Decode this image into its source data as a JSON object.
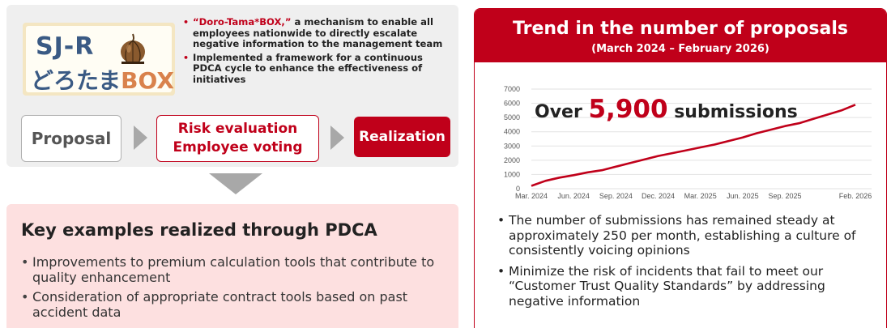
{
  "logo": {
    "line1": "SJ-R",
    "line2_main": "どろたま",
    "line2_box": "BOX"
  },
  "intro": {
    "bullet1_highlight": "“Doro-Tama*BOX,”",
    "bullet1_rest": " a mechanism to enable all employees nationwide to directly escalate negative information to the management team",
    "bullet2": "Implemented a framework for a continuous PDCA cycle to enhance the effectiveness of initiatives"
  },
  "flow": {
    "proposal": "Proposal",
    "risk_line1": "Risk evaluation",
    "risk_line2": "Employee voting",
    "realization": "Realization"
  },
  "examples": {
    "title": "Key examples realized through PDCA",
    "items": [
      "Improvements to premium calculation tools that contribute to quality enhancement",
      "Consideration of appropriate contract tools based on past accident data"
    ]
  },
  "trend": {
    "title": "Trend in the number of proposals",
    "subtitle": "(March 2024 – February 2026)",
    "callout_prefix": "Over ",
    "callout_number": "5,900",
    "callout_suffix": " submissions",
    "notes": [
      "The number of submissions has remained steady at approximately 250 per month, establishing a culture of consistently voicing opinions",
      "Minimize the risk of incidents that fail to meet our “Customer Trust Quality Standards” by addressing negative information"
    ]
  },
  "colors": {
    "accent": "#c0001a",
    "pink_panel": "#fde0e0",
    "grey_panel": "#efefef"
  },
  "chart_data": {
    "type": "line",
    "title": "",
    "xlabel": "",
    "ylabel": "",
    "ylim": [
      0,
      7000
    ],
    "y_ticks": [
      0,
      1000,
      2000,
      3000,
      4000,
      5000,
      6000,
      7000
    ],
    "x_tick_labels": [
      "Mar. 2024",
      "Jun. 2024",
      "Sep. 2024",
      "Dec. 2024",
      "Mar. 2025",
      "Jun. 2025",
      "Sep. 2025",
      "Feb. 2026"
    ],
    "x_tick_index": [
      0,
      3,
      6,
      9,
      12,
      15,
      18,
      23
    ],
    "grid": true,
    "series": [
      {
        "name": "",
        "color": "#c0001a",
        "values": [
          200,
          550,
          780,
          950,
          1150,
          1300,
          1550,
          1800,
          2050,
          2300,
          2500,
          2700,
          2900,
          3100,
          3350,
          3600,
          3900,
          4150,
          4400,
          4600,
          4900,
          5200,
          5500,
          5900
        ]
      }
    ]
  }
}
